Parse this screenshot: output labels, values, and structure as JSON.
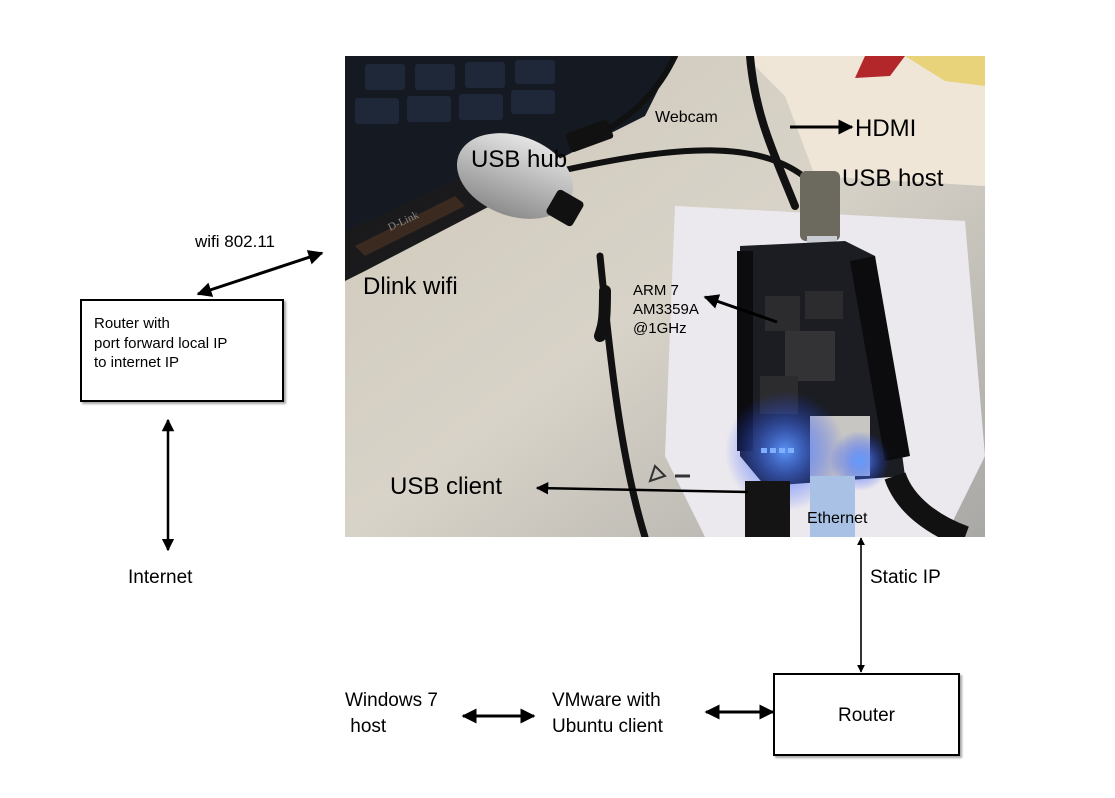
{
  "diagram": {
    "photo_description": "Photo of BeagleBone Black board on a desk with keyboard, USB hub, D-Link wifi dongle and cables",
    "photo_labels": {
      "webcam": "Webcam",
      "hdmi": "HDMI",
      "usb_host": "USB host",
      "usb_hub": "USB hub",
      "dlink_wifi": "Dlink wifi",
      "cpu_line1": "ARM 7",
      "cpu_line2": "AM3359A",
      "cpu_line3": "@1GHz",
      "usb_client": "USB client",
      "ethernet": "Ethernet"
    },
    "wifi_link_label": "wifi 802.11",
    "wan_router": {
      "lines": [
        "Router with",
        "port forward local IP",
        "to internet IP"
      ]
    },
    "internet_label": "Internet",
    "static_ip_label": "Static IP",
    "lan_router_label": "Router",
    "windows_host": {
      "line1": "Windows 7",
      "line2": " host"
    },
    "vmware_client": {
      "line1": "VMware with",
      "line2": "Ubuntu client"
    },
    "colors": {
      "line": "#000000",
      "led_blue": "#2f6bff",
      "board": "#1b1d22",
      "desk": "#d9d4c8"
    }
  }
}
